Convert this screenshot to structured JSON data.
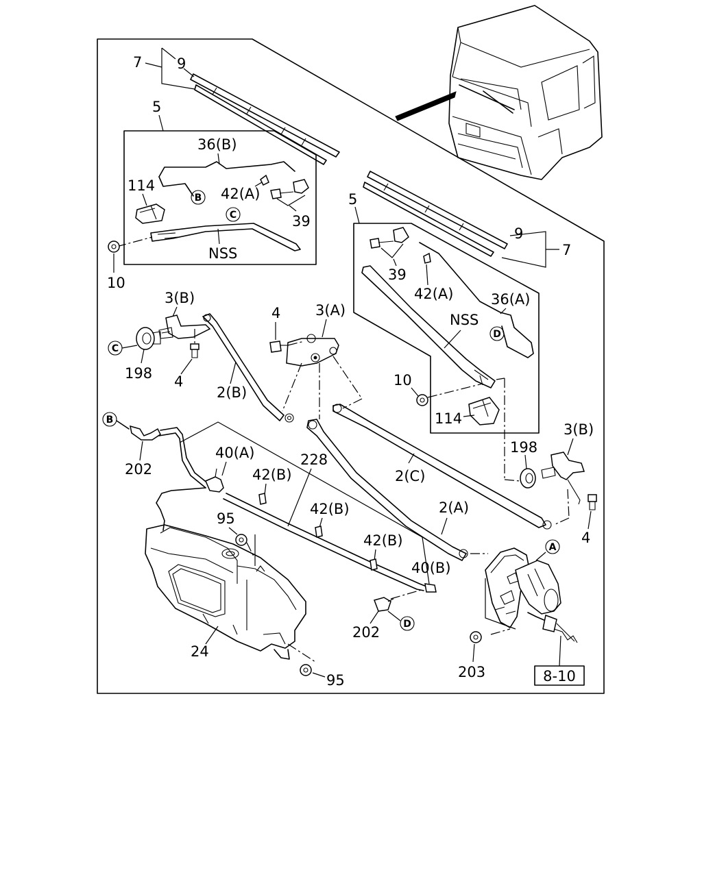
{
  "labels": {
    "n7_left": "7",
    "n9_left": "9",
    "n5_left": "5",
    "n36b": "36(B)",
    "n114_left": "114",
    "n42a_left": "42(A)",
    "n39_left": "39",
    "nss_left": "NSS",
    "n10_left": "10",
    "n3b_left": "3(B)",
    "n198_left": "198",
    "n4_left": "4",
    "n2b": "2(B)",
    "n4_mid": "4",
    "n3a": "3(A)",
    "n5_right": "5",
    "n9_right": "9",
    "n7_right": "7",
    "n39_right": "39",
    "n42a_right": "42(A)",
    "n36a": "36(A)",
    "nss_right": "NSS",
    "n10_right": "10",
    "n114_right": "114",
    "n3b_right": "3(B)",
    "n198_right": "198",
    "n4_right": "4",
    "n2c": "2(C)",
    "n2a": "2(A)",
    "n202_left": "202",
    "n40a": "40(A)",
    "n228": "228",
    "n42b_1": "42(B)",
    "n42b_2": "42(B)",
    "n42b_3": "42(B)",
    "n95_top": "95",
    "n40b": "40(B)",
    "n202_right": "202",
    "n24": "24",
    "n95_bottom": "95",
    "n203": "203",
    "ref_box": "8-10"
  },
  "callouts": {
    "A": "A",
    "B_top": "B",
    "B_left": "B",
    "C_top": "C",
    "C_left": "C",
    "D_top": "D",
    "D_bottom": "D"
  },
  "icons": [
    "truck-cab-icon",
    "wiper-blade-icon",
    "wiper-arm-icon",
    "wiper-motor-icon",
    "washer-tank-icon"
  ]
}
